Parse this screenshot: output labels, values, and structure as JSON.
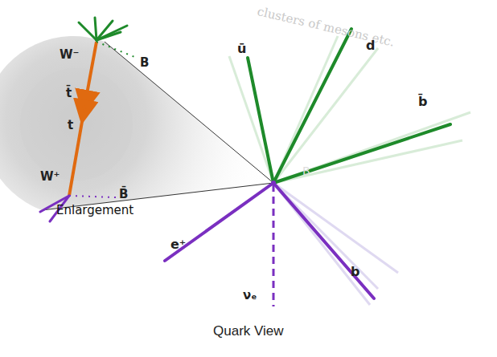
{
  "diagram": {
    "caption": "Quark View",
    "labels": [
      "clusters of mesons etc.",
      "ū",
      "d",
      "b̄",
      "W⁻",
      "B",
      "t̄",
      "t",
      "W⁺",
      "B̄",
      "Enlargement",
      "e⁺",
      "νₑ",
      "b",
      "B"
    ]
  }
}
